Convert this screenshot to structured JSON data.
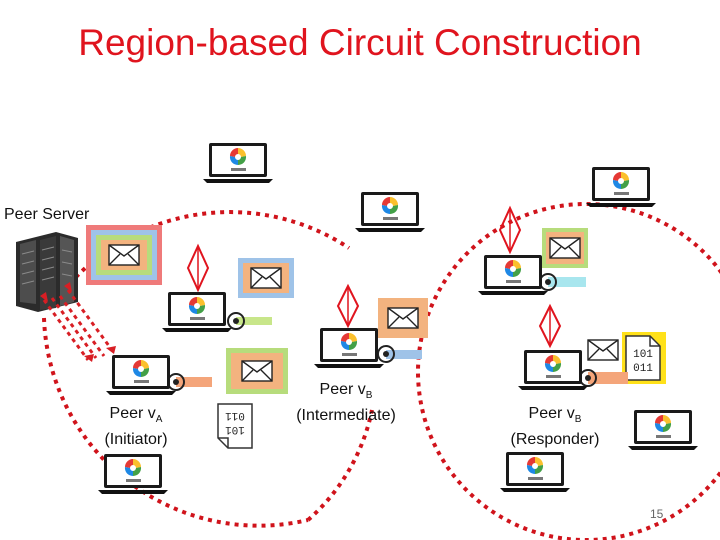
{
  "title": "Region-based Circuit Construction",
  "labels": {
    "peer_server": "Peer Server",
    "peer": "Peer v",
    "sub_a": "A",
    "sub_b": "B",
    "initiator": "(Initiator)",
    "intermediate": "(Intermediate)",
    "responder": "(Responder)"
  },
  "page_number": "15",
  "colors": {
    "title": "#e0141e",
    "region_border": "#d0131b",
    "arrow": "#d81e24",
    "link_outline": "#e0141e"
  },
  "icons": {
    "server": "server-rack-icon",
    "laptop": "laptop-icon",
    "envelope": "envelope-icon",
    "key": "key-icon",
    "binary_file": "binary-file-icon"
  },
  "binary_text": [
    "101",
    "011"
  ]
}
